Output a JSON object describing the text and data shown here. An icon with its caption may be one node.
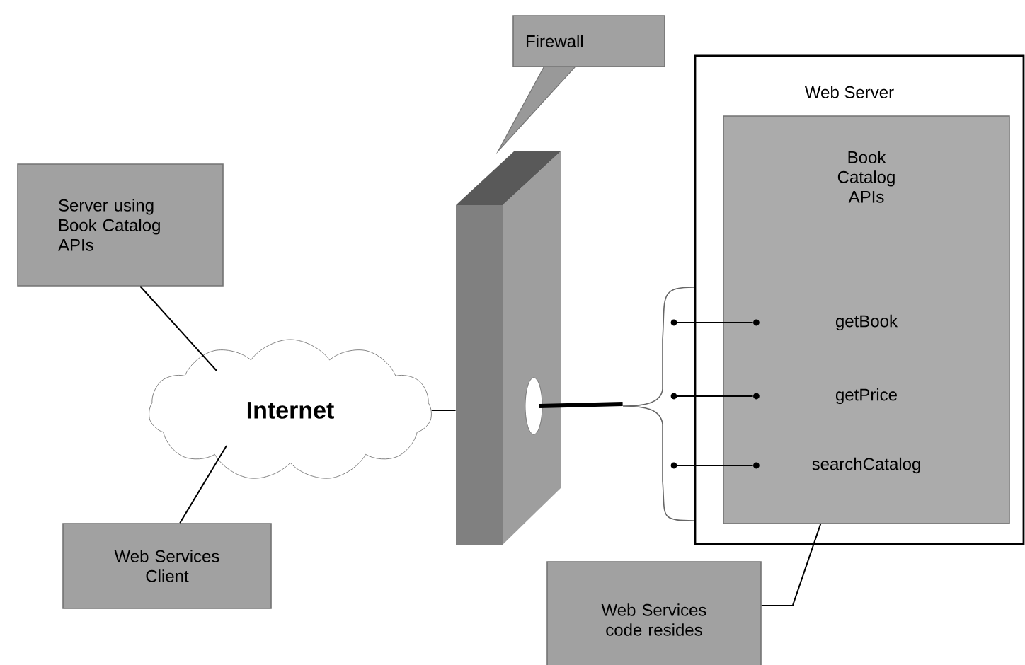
{
  "diagram": {
    "nodes": [
      {
        "text": [
          "Firewall"
        ]
      },
      {
        "text": [
          "Server using Book Catalog APIs"
        ]
      },
      {
        "text": [
          "Internet"
        ]
      },
      {
        "text": [],
        "shape": "box"
      },
      {
        "text": [
          "Web Server"
        ]
      },
      {
        "text": [
          "Book Catalog APIs"
        ],
        "in": 4
      },
      {
        "text": [
          "getBook"
        ],
        "in": 5
      },
      {
        "text": [
          "getPrice"
        ],
        "in": 5
      },
      {
        "text": [
          "searchCatalog"
        ],
        "in": 5
      },
      {
        "text": [
          "Web Services Client"
        ]
      },
      {
        "text": [
          "Web Services code resides"
        ]
      },
      {
        "text": [],
        "shape": "bracket"
      }
    ],
    "edges": [
      {
        "from": 0,
        "to": 3,
        "arrow": "none",
        "color": "#737373"
      },
      {
        "from": 1,
        "to": 2,
        "arrow": "none"
      },
      {
        "from": 9,
        "to": 2,
        "arrow": "none"
      },
      {
        "from": 2,
        "to": 3,
        "arrow": "none"
      },
      {
        "from": 3,
        "to": 11,
        "arrow": "none",
        "style": "thick"
      },
      {
        "from": 11,
        "to": 6,
        "arrow": "none"
      },
      {
        "from": 11,
        "to": 7,
        "arrow": "none"
      },
      {
        "from": 11,
        "to": 8,
        "arrow": "none"
      },
      {
        "from": 10,
        "to": 5,
        "arrow": "none"
      }
    ]
  }
}
